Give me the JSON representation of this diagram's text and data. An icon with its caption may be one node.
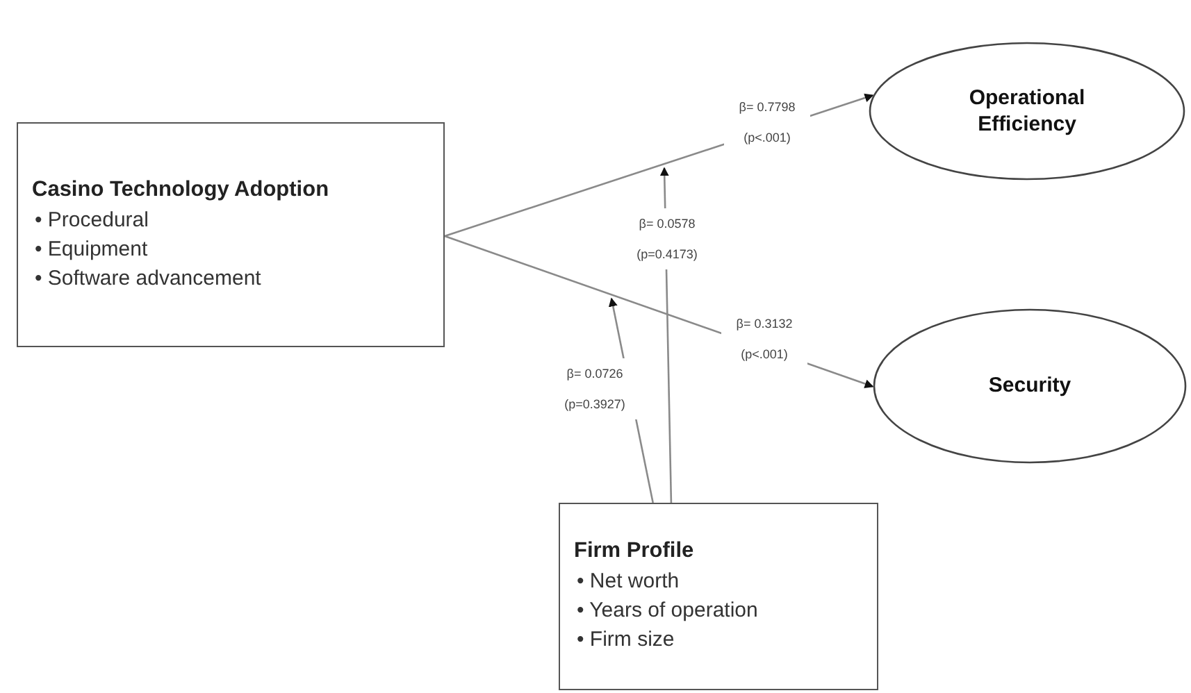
{
  "diagram": {
    "nodes": [
      {
        "text": [
          "Casino Technology Adoption",
          "• Procedural",
          "• Equipment",
          "• Software advancement"
        ]
      },
      {
        "text": [
          "Operational Efficiency"
        ]
      },
      {
        "text": [
          "Security"
        ]
      },
      {
        "text": [
          "Firm Profile",
          "• Net worth",
          "• Years of operation",
          "• Firm size"
        ]
      }
    ],
    "edges": [
      {
        "from": 0,
        "to": 1,
        "arrow": "to",
        "label": "β= 0.7798 (p<.001)"
      },
      {
        "from": 0,
        "to": 2,
        "arrow": "to",
        "label": "β= 0.3132 (p<.001)"
      },
      {
        "from": 3,
        "to": null,
        "arrow": "to",
        "label": "β= 0.0578 (p=0.4173)"
      },
      {
        "from": 3,
        "to": null,
        "arrow": "to",
        "label": "β= 0.0726 (p=0.3927)"
      }
    ]
  }
}
